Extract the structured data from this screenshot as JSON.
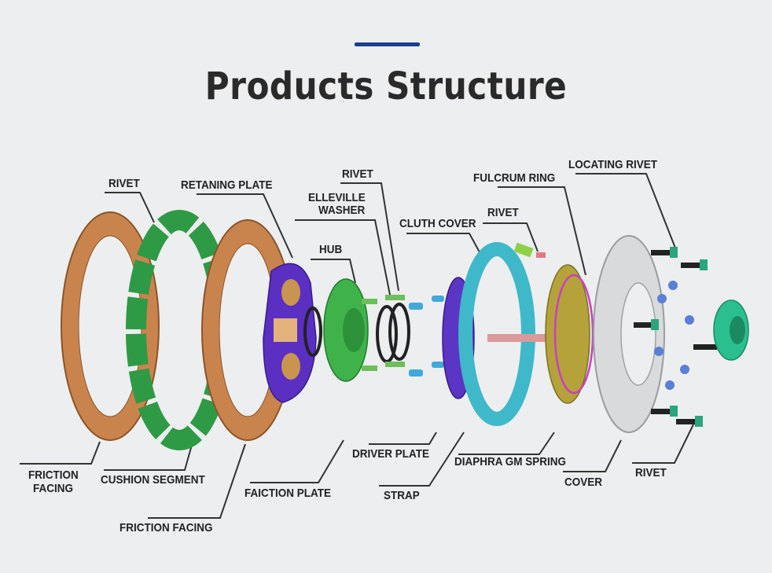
{
  "header": {
    "title": "Products Structure",
    "accent_color": "#1a3f8c"
  },
  "diagram": {
    "subject": "Clutch assembly exploded view",
    "labels_top": {
      "rivet_1": "RIVET",
      "retaining_plate": "RETANING PLATE",
      "rivet_2": "RIVET",
      "belleville_washer_line1": "ELLEVILLE",
      "belleville_washer_line2": "WASHER",
      "hub": "HUB",
      "clutch_cover": "CLUTH COVER",
      "rivet_3": "RIVET",
      "fulcrum_ring": "FULCRUM RING",
      "locating_rivet": "LOCATING RIVET"
    },
    "labels_bottom": {
      "friction_facing_1_line1": "FRICTION",
      "friction_facing_1_line2": "FACING",
      "cushion_segment": "CUSHION SEGMENT",
      "friction_facing_2": "FRICTION FACING",
      "friction_plate": "FAICTION PLATE",
      "driver_plate": "DRIVER PLATE",
      "strap": "STRAP",
      "diaphragm_spring": "DIAPHRA GM SPRING",
      "cover": "COVER",
      "rivet_4": "RIVET"
    },
    "part_colors": {
      "friction_facing": "#c9844e",
      "cushion_segment": "#2e9a45",
      "retaining_plate": "#5a2fc2",
      "hub": "#3fb34a",
      "clutch_cover": "#3fb8c9",
      "driver_plate": "#5b35c4",
      "diaphragm_spring": "#b5a23a",
      "fulcrum_ring": "#c83fc4",
      "cover": "#d9dadb",
      "bolts": "#2aa57f",
      "rivets_blue": "#5b7fd6",
      "rivets_red": "#e07a80"
    }
  }
}
